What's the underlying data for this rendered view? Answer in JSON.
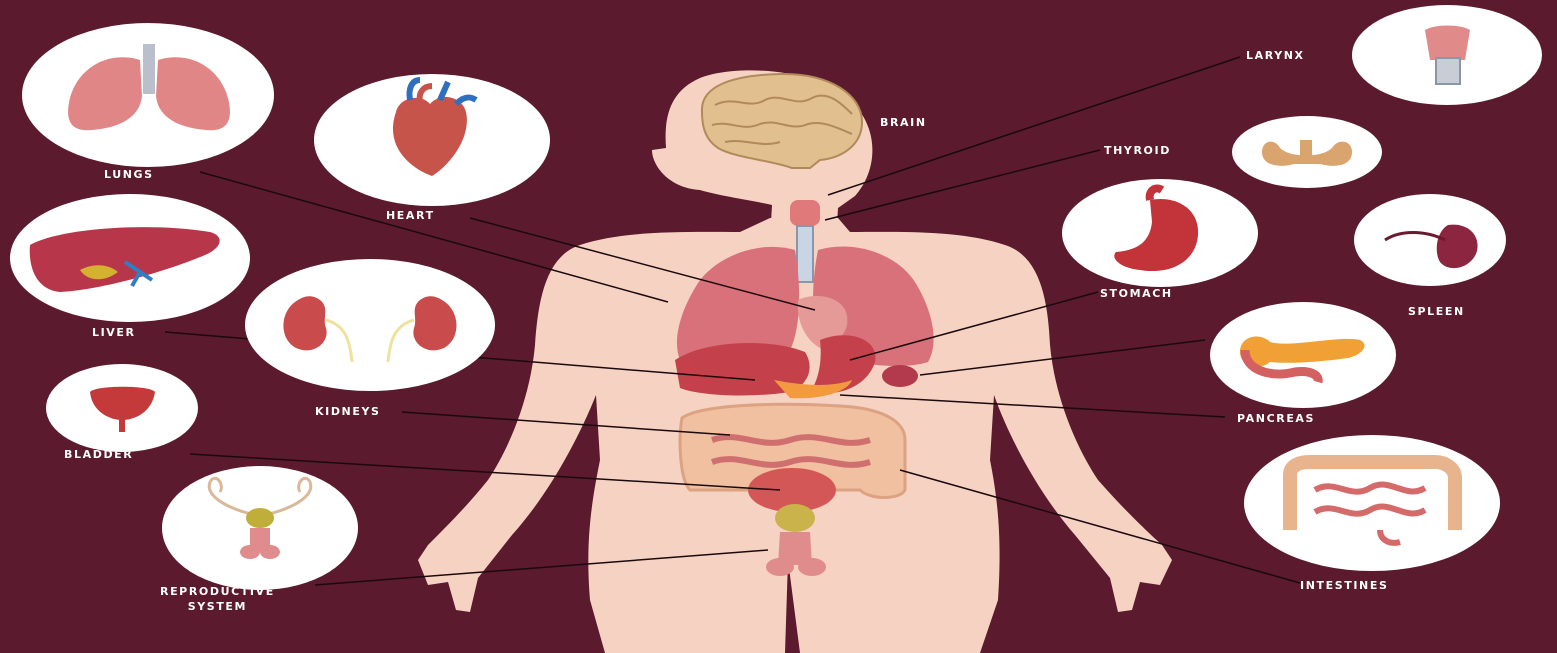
{
  "colors": {
    "background": "#5b1a2e",
    "skin": "#f6d2c2",
    "circle": "#ffffff",
    "organ_red": "#d96b6b",
    "label": "#ffffff",
    "leader_line": "#1a0a0e"
  },
  "labels": {
    "lungs": "LUNGS",
    "heart": "HEART",
    "liver": "LIVER",
    "kidneys": "KIDNEYS",
    "bladder": "BLADDER",
    "reproductive_line1": "REPRODUCTIVE",
    "reproductive_line2": "SYSTEM",
    "brain": "BRAIN",
    "larynx": "LARYNX",
    "thyroid": "THYROID",
    "stomach": "STOMACH",
    "spleen": "SPLEEN",
    "pancreas": "PANCREAS",
    "intestines": "INTESTINES"
  }
}
